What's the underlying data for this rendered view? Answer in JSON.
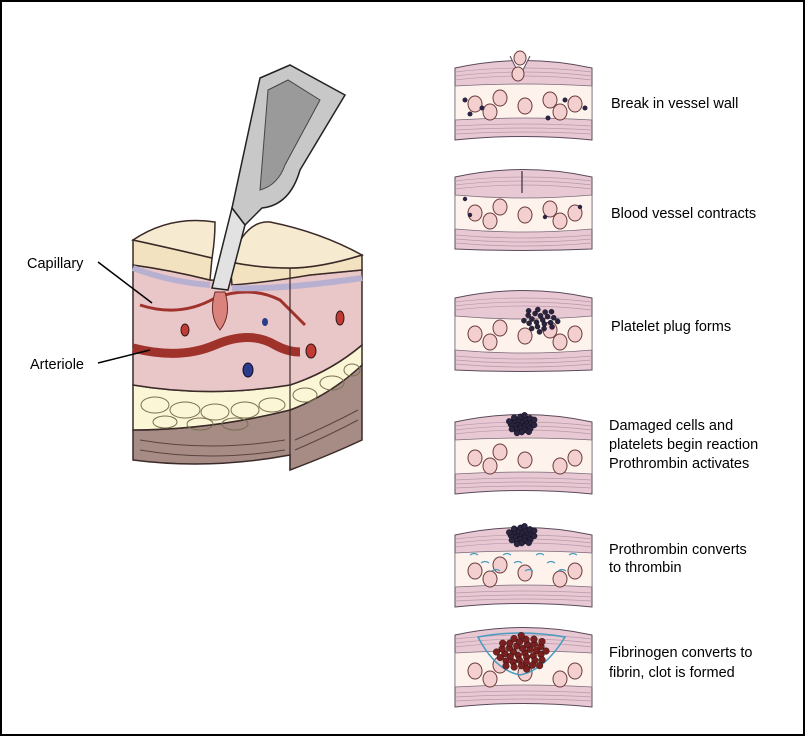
{
  "labels": {
    "capillary": "Capillary",
    "arteriole": "Arteriole"
  },
  "steps": [
    {
      "lines": [
        "Break in vessel wall"
      ]
    },
    {
      "lines": [
        "Blood vessel contracts"
      ]
    },
    {
      "lines": [
        "Platelet  plug forms"
      ]
    },
    {
      "lines": [
        "Damaged cells and",
        "platelets begin reaction",
        "Prothrombin activates"
      ]
    },
    {
      "lines": [
        "Prothrombin converts",
        "to thrombin"
      ]
    },
    {
      "lines": [
        "Fibrinogen converts to",
        "fibrin, clot is formed"
      ]
    }
  ],
  "colors": {
    "vessel_wall": "#e8c8d2",
    "vessel_lumen": "#fdf3ec",
    "red_cell": "#f3cfcf",
    "platelet": "#2a2440",
    "clot": "#7a1f1f",
    "fibrin": "#4a9bc0",
    "epidermis": "#f2e2c0",
    "dermis": "#e9c7c8",
    "fat": "#fbf6d6",
    "muscle": "#a78c86",
    "arteriole": "#a0322c",
    "scalpel": "#c8c8c8"
  }
}
